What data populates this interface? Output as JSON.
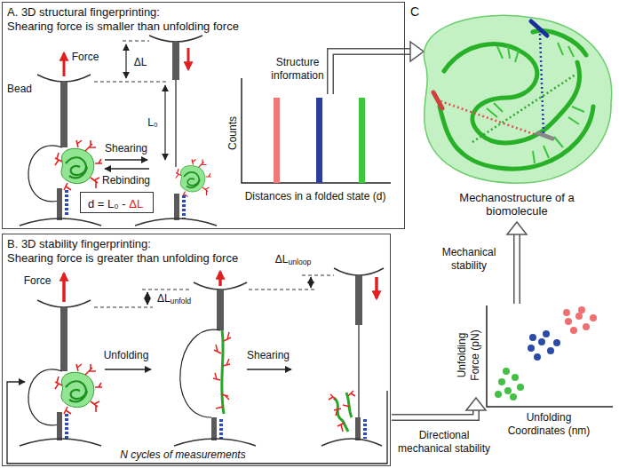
{
  "diagram": {
    "nodes": [
      {
        "text": [
          "A. 3D structural fingerprinting:",
          "Shearing force is smaller than unfolding force"
        ]
      },
      {
        "text": [
          "d = L₀ - ΔL"
        ],
        "in": 0
      },
      {
        "text": [
          "B. 3D stability fingerprinting:",
          "Shearing force is greater than unfolding force"
        ]
      }
    ],
    "labels": [
      "Bead",
      "Force",
      "ΔL",
      "L₀",
      "Shearing",
      "Rebinding",
      "Counts",
      "Distances in a folded state (d)",
      "Structure information",
      "C",
      "Mechanostructure of a biomolecule",
      "Mechanical stability",
      "Unfolding Force (pN)",
      "Unfolding Coordinates (nm)",
      "Directional mechanical stability",
      "Force",
      "ΔLunfold",
      "ΔLunloop",
      "Unfolding",
      "Shearing",
      "N cycles of measurements"
    ]
  }
}
